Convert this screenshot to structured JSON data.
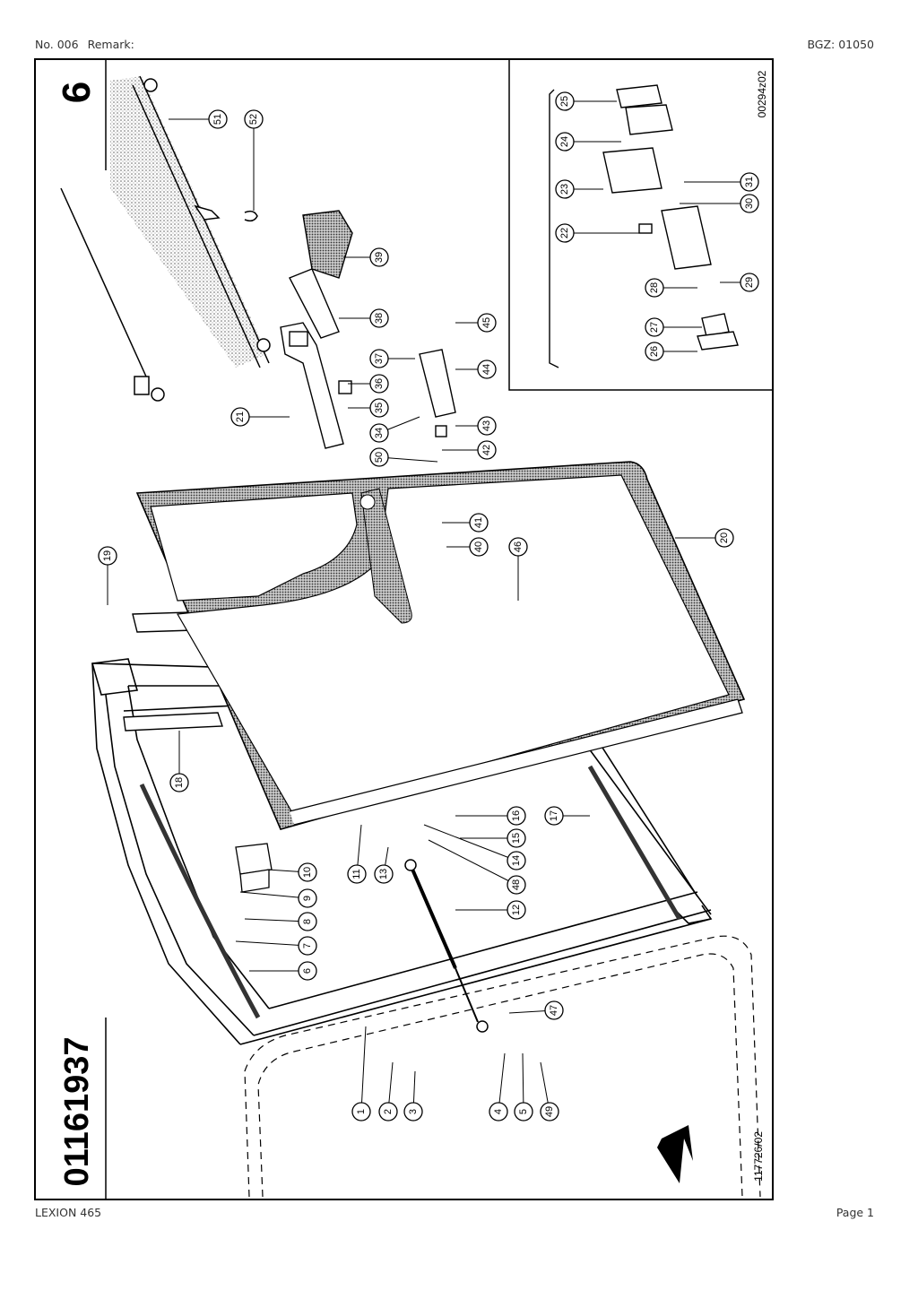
{
  "header": {
    "number": "No. 006",
    "remark": "Remark:",
    "bgz": "BGZ: 01050"
  },
  "footer": {
    "model": "LEXION 465",
    "page": "Page 1"
  },
  "drawing": {
    "side_number": "6",
    "part_number": "01161937",
    "inset_code": "00294z02",
    "drawing_code": "117726/02",
    "callouts": [
      "1",
      "2",
      "3",
      "4",
      "5",
      "6",
      "7",
      "8",
      "9",
      "10",
      "11",
      "12",
      "13",
      "14",
      "15",
      "16",
      "17",
      "18",
      "19",
      "20",
      "21",
      "22",
      "23",
      "24",
      "25",
      "26",
      "27",
      "28",
      "29",
      "30",
      "31",
      "34",
      "35",
      "36",
      "37",
      "38",
      "39",
      "40",
      "41",
      "42",
      "43",
      "44",
      "45",
      "46",
      "47",
      "48",
      "49",
      "50",
      "51",
      "52"
    ]
  }
}
